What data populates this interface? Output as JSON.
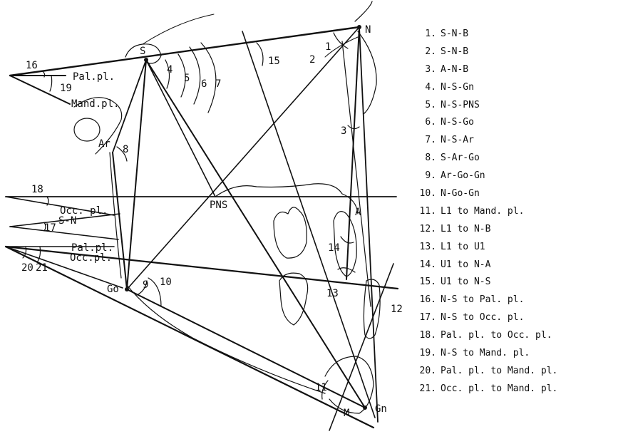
{
  "diagram": {
    "landmarks": {
      "s": "S",
      "n": "N",
      "ar": "Ar",
      "go": "Go",
      "pns": "PNS",
      "a": "A",
      "m": "M",
      "gn": "Gn"
    },
    "line_labels": {
      "pal_pl_top": "Pal.pl.",
      "mand_pl_top": "Mand.pl.",
      "occ_pl_mid": "Occ. pl.",
      "s_n_mid": "S-N",
      "pal_pl_bottom": "Pal.pl.",
      "occ_pl_bottom": "Occ.pl."
    },
    "angle_numbers": [
      "1",
      "2",
      "3",
      "4",
      "5",
      "6",
      "7",
      "8",
      "9",
      "10",
      "11",
      "12",
      "13",
      "14",
      "15",
      "16",
      "17",
      "18",
      "19",
      "20",
      "21"
    ]
  },
  "legend": {
    "items": [
      {
        "num": "1.",
        "text": "S-N-B"
      },
      {
        "num": "2.",
        "text": "S-N-B"
      },
      {
        "num": "3.",
        "text": "A-N-B"
      },
      {
        "num": "4.",
        "text": "N-S-Gn"
      },
      {
        "num": "5.",
        "text": "N-S-PNS"
      },
      {
        "num": "6.",
        "text": "N-S-Go"
      },
      {
        "num": "7.",
        "text": "N-S-Ar"
      },
      {
        "num": "8.",
        "text": "S-Ar-Go"
      },
      {
        "num": "9.",
        "text": "Ar-Go-Gn"
      },
      {
        "num": "10.",
        "text": "N-Go-Gn"
      },
      {
        "num": "11.",
        "text": "L1 to Mand. pl."
      },
      {
        "num": "12.",
        "text": "L1 to N-B"
      },
      {
        "num": "13.",
        "text": "L1 to U1"
      },
      {
        "num": "14.",
        "text": "U1 to N-A"
      },
      {
        "num": "15.",
        "text": "U1 to N-S"
      },
      {
        "num": "16.",
        "text": "N-S to Pal. pl."
      },
      {
        "num": "17.",
        "text": "N-S to Occ. pl."
      },
      {
        "num": "18.",
        "text": "Pal. pl. to Occ. pl."
      },
      {
        "num": "19.",
        "text": "N-S to Mand. pl."
      },
      {
        "num": "20.",
        "text": "Pal. pl. to Mand. pl."
      },
      {
        "num": "21.",
        "text": "Occ. pl. to Mand. pl."
      }
    ]
  }
}
